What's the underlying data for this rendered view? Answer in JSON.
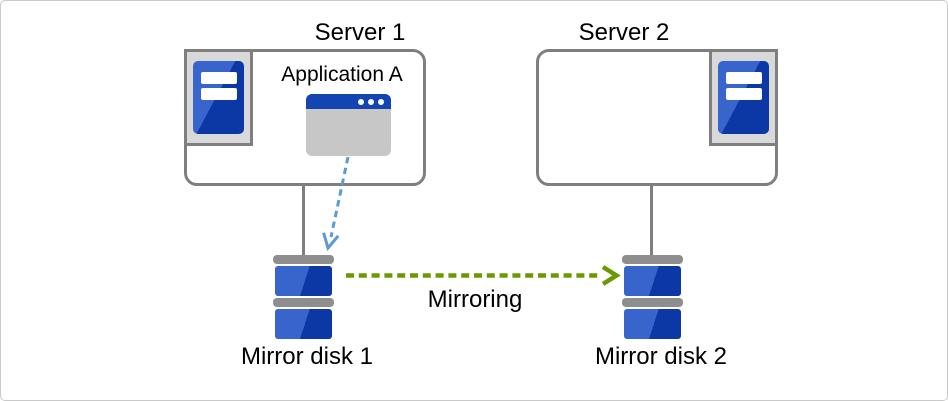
{
  "colors": {
    "blueLight": "#3765cb",
    "blueDark": "#0c38a6",
    "appTitlebar": "#1244b2",
    "appBody": "#c7c7c7",
    "iconBg": "#d9d9d9",
    "capGray": "#8e8e8e",
    "frameGray": "#7f7f7f",
    "arrowBlue": "#5b9bd5",
    "arrowGreen": "#6a9a00"
  },
  "nodes": {
    "server1": {
      "label": "Server 1"
    },
    "server2": {
      "label": "Server 2"
    },
    "application": {
      "label": "Application A"
    },
    "disk1": {
      "label": "Mirror disk 1"
    },
    "disk2": {
      "label": "Mirror disk 2"
    }
  },
  "edges": {
    "mirroring": {
      "label": "Mirroring"
    }
  }
}
